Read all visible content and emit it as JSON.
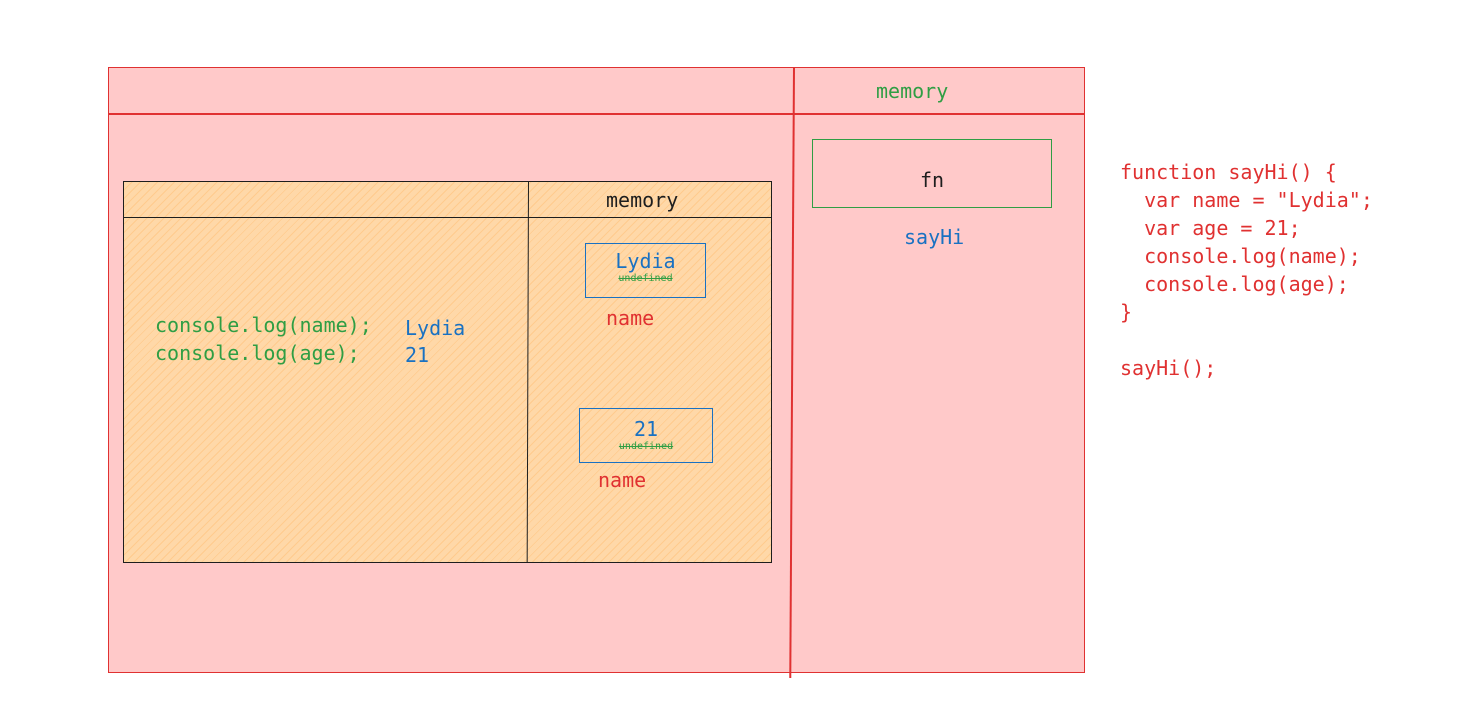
{
  "global_context": {
    "memory_header": "memory",
    "function_box": {
      "value": "fn",
      "label": "sayHi"
    }
  },
  "function_context": {
    "memory_header": "memory",
    "code_lines": [
      "console.log(name);",
      "console.log(age);"
    ],
    "outputs": [
      "Lydia",
      "21"
    ],
    "variables": [
      {
        "value": "Lydia",
        "previous": "undefined",
        "label": "name"
      },
      {
        "value": "21",
        "previous": "undefined",
        "label": "name"
      }
    ]
  },
  "source_code": [
    "function sayHi() {",
    "  var name = \"Lydia\";",
    "  var age = 21;",
    "  console.log(name);",
    "  console.log(age);",
    "}",
    "",
    "sayHi();"
  ],
  "colors": {
    "global_fill": "#ffc9c9",
    "global_stroke": "#e03131",
    "function_fill": "#ffd8a8",
    "code_green": "#2f9e44",
    "value_blue": "#1971c2"
  }
}
